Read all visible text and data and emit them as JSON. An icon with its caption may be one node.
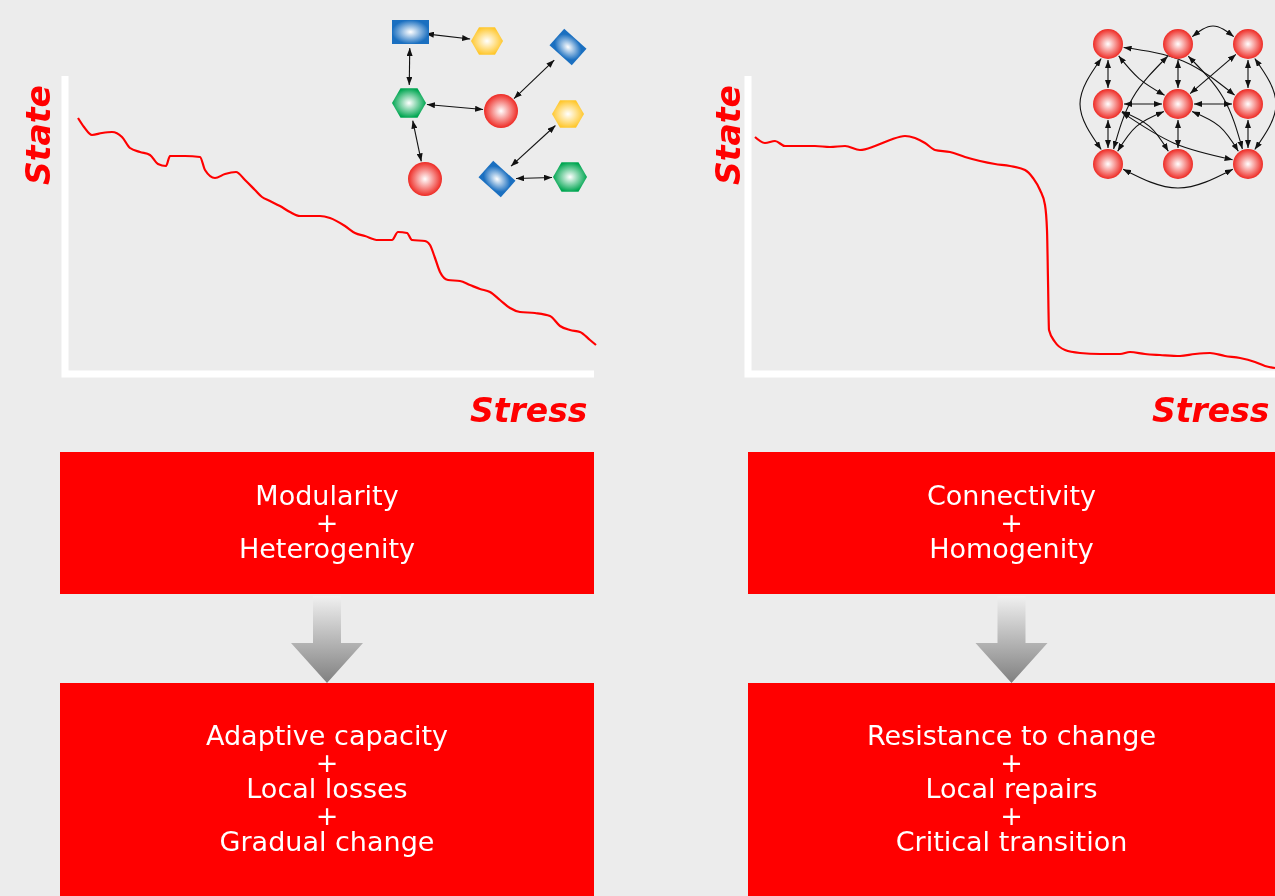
{
  "diagram": {
    "nodes": [
      {
        "text": [
          "Modularity",
          "+",
          "Heterogenity"
        ]
      },
      {
        "text": [
          "Adaptive capacity",
          "+",
          "Local losses",
          "+",
          "Gradual change"
        ]
      },
      {
        "text": [
          "Connectivity",
          "+",
          "Homogenity"
        ]
      },
      {
        "text": [
          "Resistance to change",
          "+",
          "Local repairs",
          "+",
          "Critical transition"
        ]
      },
      {
        "text": [],
        "shape": "box"
      },
      {
        "text": [],
        "shape": "hexagon"
      },
      {
        "text": [],
        "shape": "box"
      },
      {
        "text": [],
        "shape": "hexagon"
      },
      {
        "text": [],
        "shape": "circle"
      },
      {
        "text": [],
        "shape": "hexagon"
      },
      {
        "text": [],
        "shape": "circle"
      },
      {
        "text": [],
        "shape": "box"
      },
      {
        "text": [],
        "shape": "hexagon"
      },
      {
        "text": [],
        "shape": "circle"
      },
      {
        "text": [],
        "shape": "circle"
      },
      {
        "text": [],
        "shape": "circle"
      },
      {
        "text": [],
        "shape": "circle"
      },
      {
        "text": [],
        "shape": "circle"
      },
      {
        "text": [],
        "shape": "circle"
      },
      {
        "text": [],
        "shape": "circle"
      },
      {
        "text": [],
        "shape": "circle"
      },
      {
        "text": [],
        "shape": "circle"
      }
    ],
    "edges": [
      {
        "from": 0,
        "to": 1,
        "arrow": "to",
        "style": "thick",
        "color": "#808080"
      },
      {
        "from": 2,
        "to": 3,
        "arrow": "to",
        "style": "thick",
        "color": "#808080"
      },
      {
        "from": 4,
        "to": 5,
        "arrow": "both"
      },
      {
        "from": 4,
        "to": 7,
        "arrow": "both"
      },
      {
        "from": 7,
        "to": 8,
        "arrow": "both"
      },
      {
        "from": 7,
        "to": 10,
        "arrow": "both"
      },
      {
        "from": 8,
        "to": 6,
        "arrow": "both"
      },
      {
        "from": 9,
        "to": 11,
        "arrow": "both"
      },
      {
        "from": 11,
        "to": 12,
        "arrow": "both"
      },
      {
        "from": 14,
        "to": 15,
        "arrow": "both"
      },
      {
        "from": 13,
        "to": 16,
        "arrow": "both"
      },
      {
        "from": 16,
        "to": 19,
        "arrow": "both"
      },
      {
        "from": 14,
        "to": 17,
        "arrow": "both"
      },
      {
        "from": 17,
        "to": 20,
        "arrow": "both"
      },
      {
        "from": 15,
        "to": 18,
        "arrow": "both"
      },
      {
        "from": 18,
        "to": 21,
        "arrow": "both"
      },
      {
        "from": 16,
        "to": 17,
        "arrow": "both"
      },
      {
        "from": 17,
        "to": 18,
        "arrow": "both"
      },
      {
        "from": 13,
        "to": 19,
        "arrow": "both"
      },
      {
        "from": 15,
        "to": 21,
        "arrow": "both"
      },
      {
        "from": 19,
        "to": 21,
        "arrow": "both"
      },
      {
        "from": 13,
        "to": 17,
        "arrow": "both"
      },
      {
        "from": 13,
        "to": 18,
        "arrow": "both"
      },
      {
        "from": 14,
        "to": 19,
        "arrow": "both"
      },
      {
        "from": 14,
        "to": 21,
        "arrow": "both"
      },
      {
        "from": 15,
        "to": 17,
        "arrow": "both"
      },
      {
        "from": 16,
        "to": 20,
        "arrow": "both"
      },
      {
        "from": 16,
        "to": 21,
        "arrow": "both"
      },
      {
        "from": 17,
        "to": 19,
        "arrow": "both"
      },
      {
        "from": 17,
        "to": 21,
        "arrow": "both"
      }
    ],
    "labels": [
      "State",
      "Stress",
      "State",
      "Stress"
    ]
  }
}
